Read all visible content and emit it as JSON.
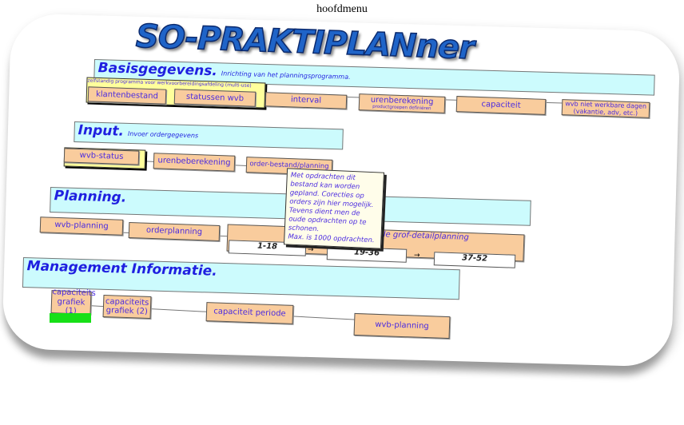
{
  "page_caption": "hoofdmenu",
  "title": "SO-PRAKTIPLANner",
  "sections": {
    "basis": {
      "heading": "Basisgegevens.",
      "subtitle": "Inrichting van het planningsprogramma.",
      "group_label": "zelfstandig programma voor werkvoorbereidingsafdeling (multi-use)",
      "items": [
        "klantenbestand",
        "statussen  wvb",
        "interval",
        "urenberekening",
        "capaciteit",
        "wvb niet werkbare dagen"
      ],
      "urenberekening_sub": "productgroepen definiëren",
      "wvb_niet_sub": "(vakantie, adv, etc.)"
    },
    "input": {
      "heading": "Input.",
      "subtitle": "Invoer ordergegevens",
      "items": [
        "wvb-status",
        "urenbeberekening",
        "order-bestand/planning"
      ],
      "note": [
        "Met  opdrachten dit",
        "bestand kan worden",
        "gepland. Corecties op",
        "orders zijn hier mogelijk.",
        "Tevens dient men de",
        "oude opdrachten op te",
        "schonen.",
        "Max. is 1000 opdrachten."
      ]
    },
    "planning": {
      "heading": "Planning.",
      "items": [
        "wvb-planning",
        "orderplanning"
      ],
      "schedule_label": "schedule grof-detailplanning",
      "weeks": [
        "1-18",
        "19-36",
        "37-52"
      ]
    },
    "management": {
      "heading": "Management Informatie.",
      "items": [
        "capaciteits grafiek (1)",
        "capaciteits grafiek (2)",
        "capaciteit periode",
        "wvb-planning"
      ]
    }
  },
  "colors": {
    "banner": "#ccfbfd",
    "box": "#f9cc9d",
    "text": "#4b2be0",
    "highlight": "#17e017"
  }
}
